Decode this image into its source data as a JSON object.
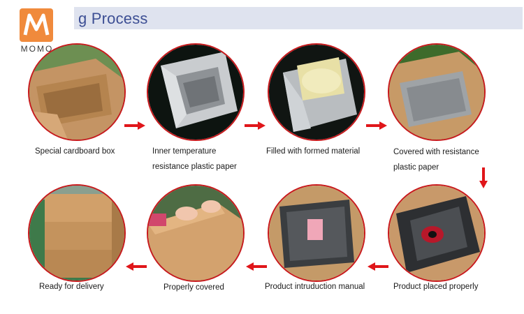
{
  "brand": {
    "logo_text": "MOMO",
    "accent": "#f08a3c"
  },
  "header": {
    "title": "g Process",
    "bar_color": "#dfe3ef",
    "title_color": "#3d4f94"
  },
  "arrow_color": "#e0161a",
  "steps": [
    {
      "label": "Special cardboard box"
    },
    {
      "label_line1": "Inner temperature",
      "label_line2": "resistance plastic paper"
    },
    {
      "label": "Filled with formed material"
    },
    {
      "label_line1": "Covered with resistance",
      "label_line2": "plastic paper"
    },
    {
      "label": "Product placed properly"
    },
    {
      "label": "Product intruduction manual"
    },
    {
      "label": "Properly covered"
    },
    {
      "label": "Ready for delivery"
    }
  ]
}
